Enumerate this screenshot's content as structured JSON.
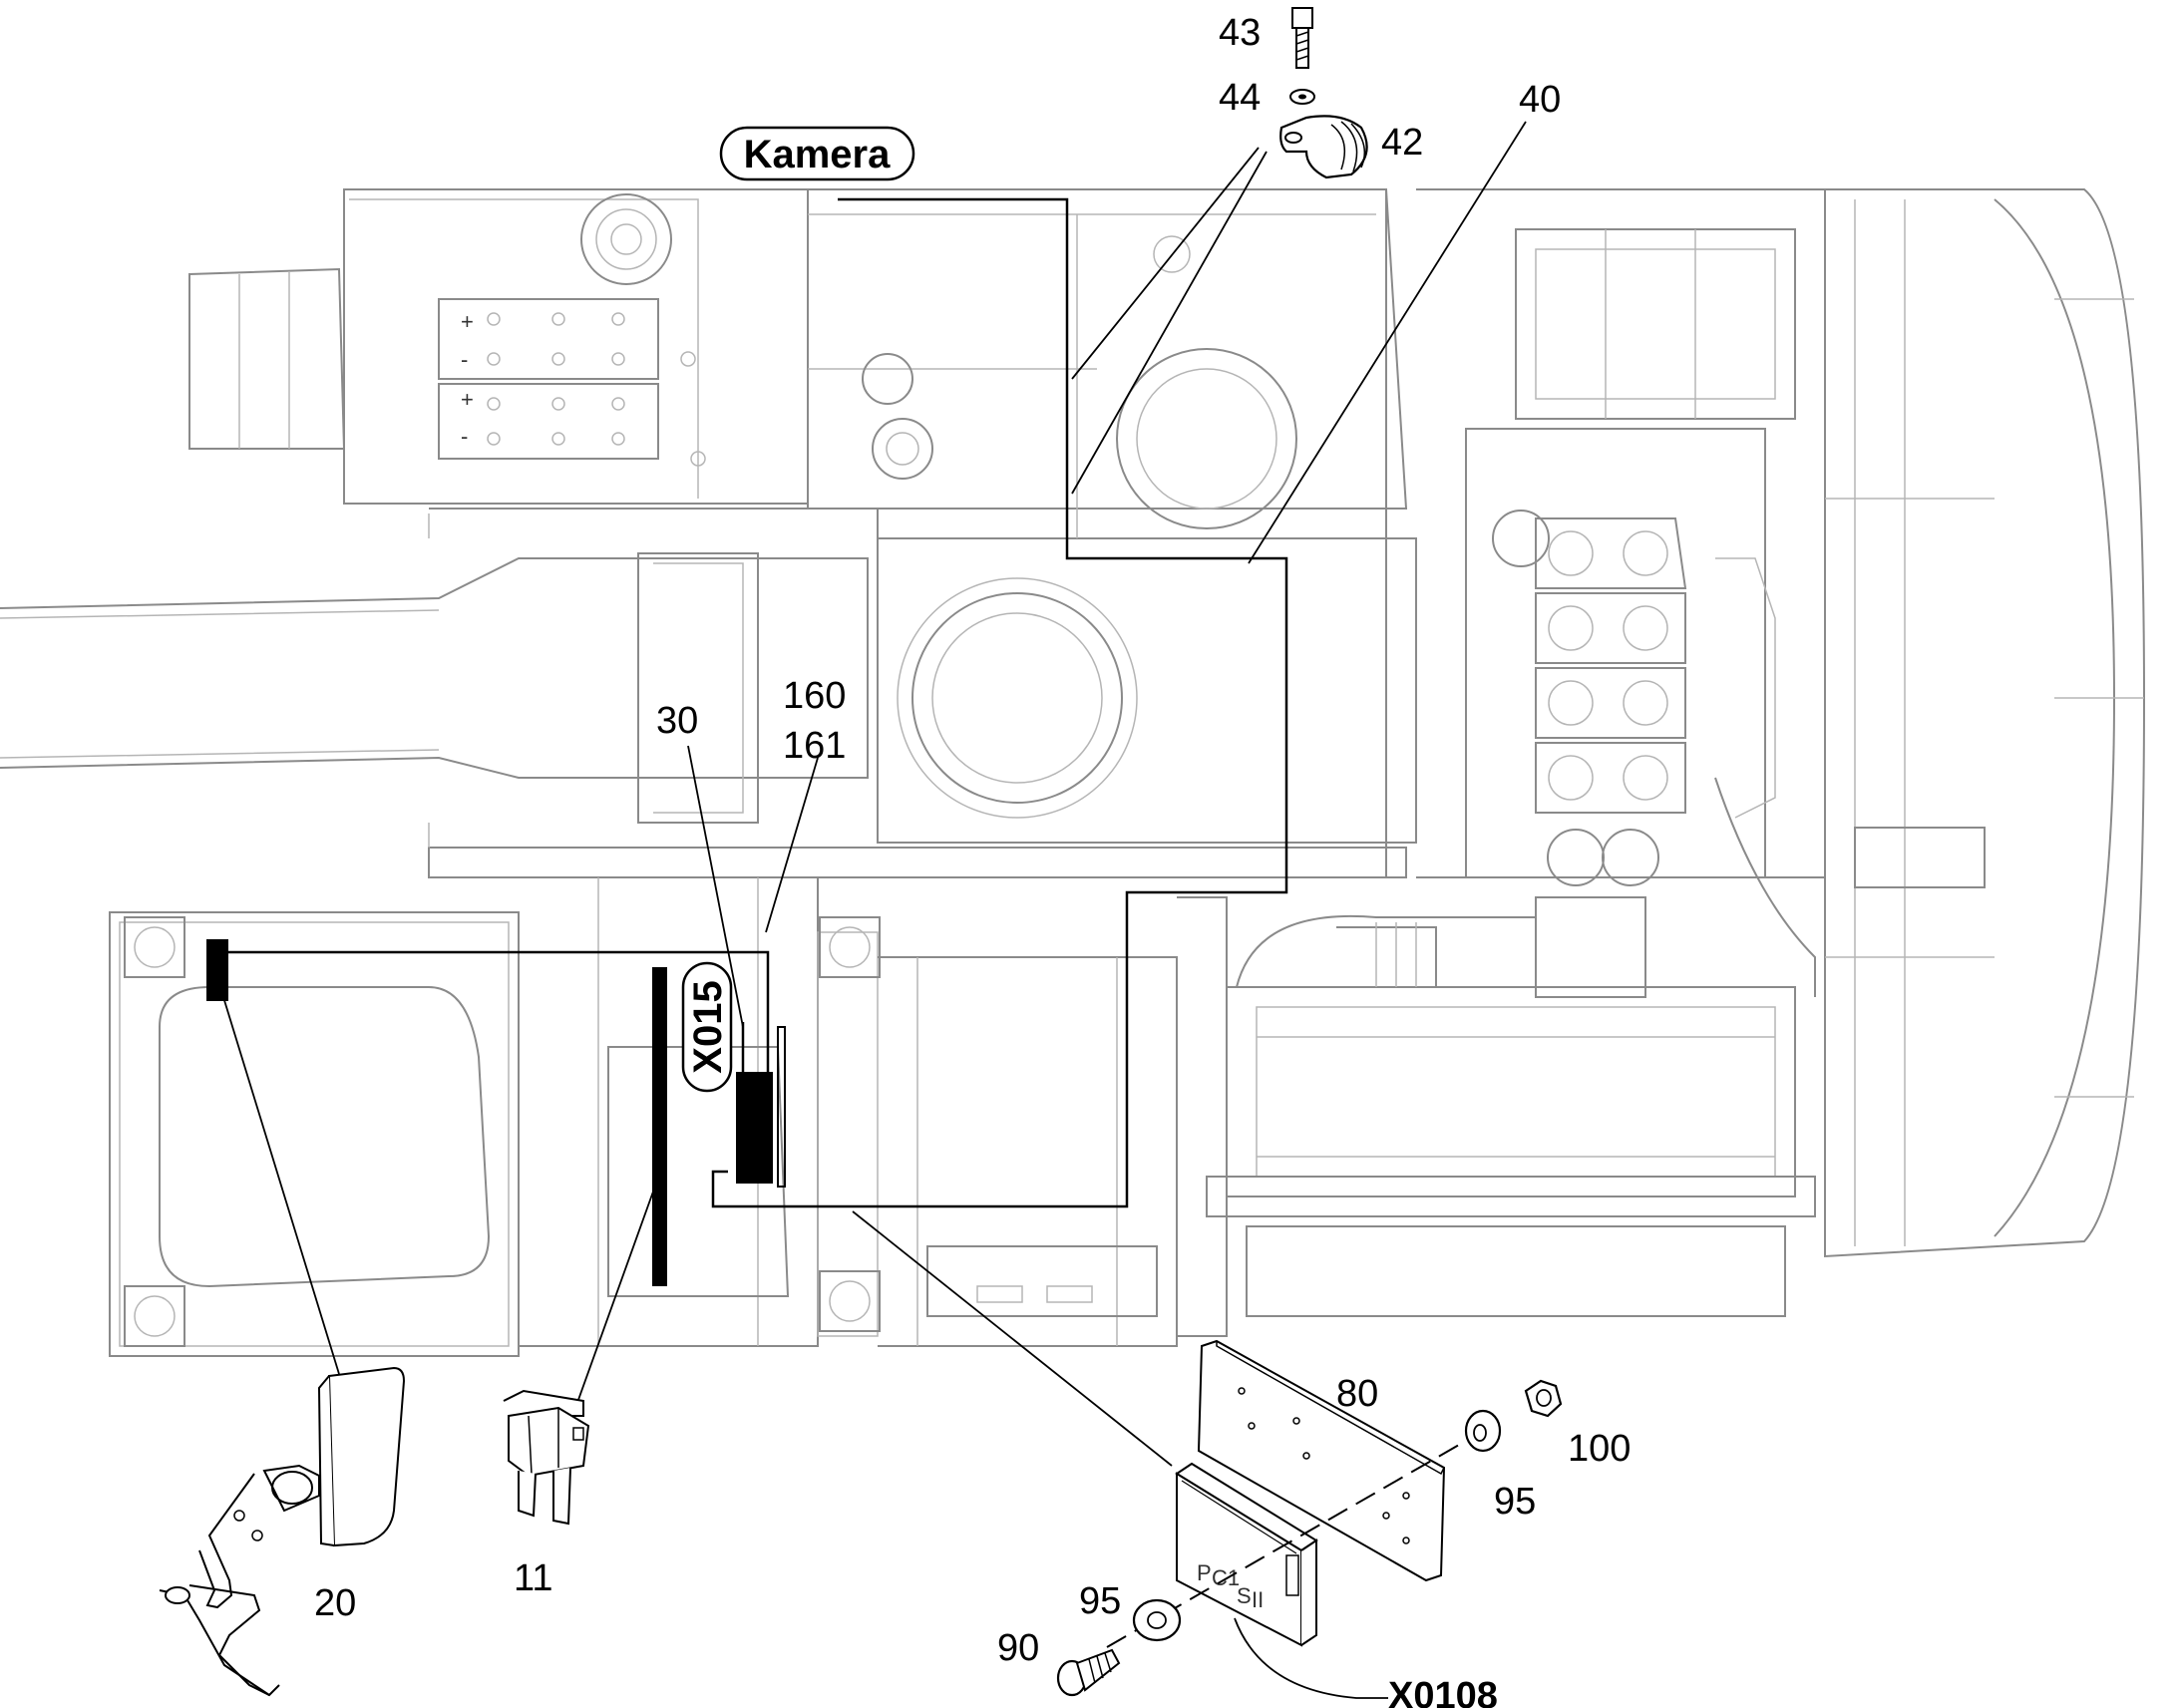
{
  "labels": {
    "kamera": "Kamera",
    "x015": "X015",
    "x0108": "X0108",
    "n43": "43",
    "n44": "44",
    "n42": "42",
    "n40": "40",
    "n30": "30",
    "n160": "160",
    "n161": "161",
    "n80": "80",
    "n100": "100",
    "n95a": "95",
    "n95b": "95",
    "n90": "90",
    "n20": "20",
    "n11": "11"
  },
  "battery_marks": {
    "plus": "+",
    "minus": "-"
  }
}
